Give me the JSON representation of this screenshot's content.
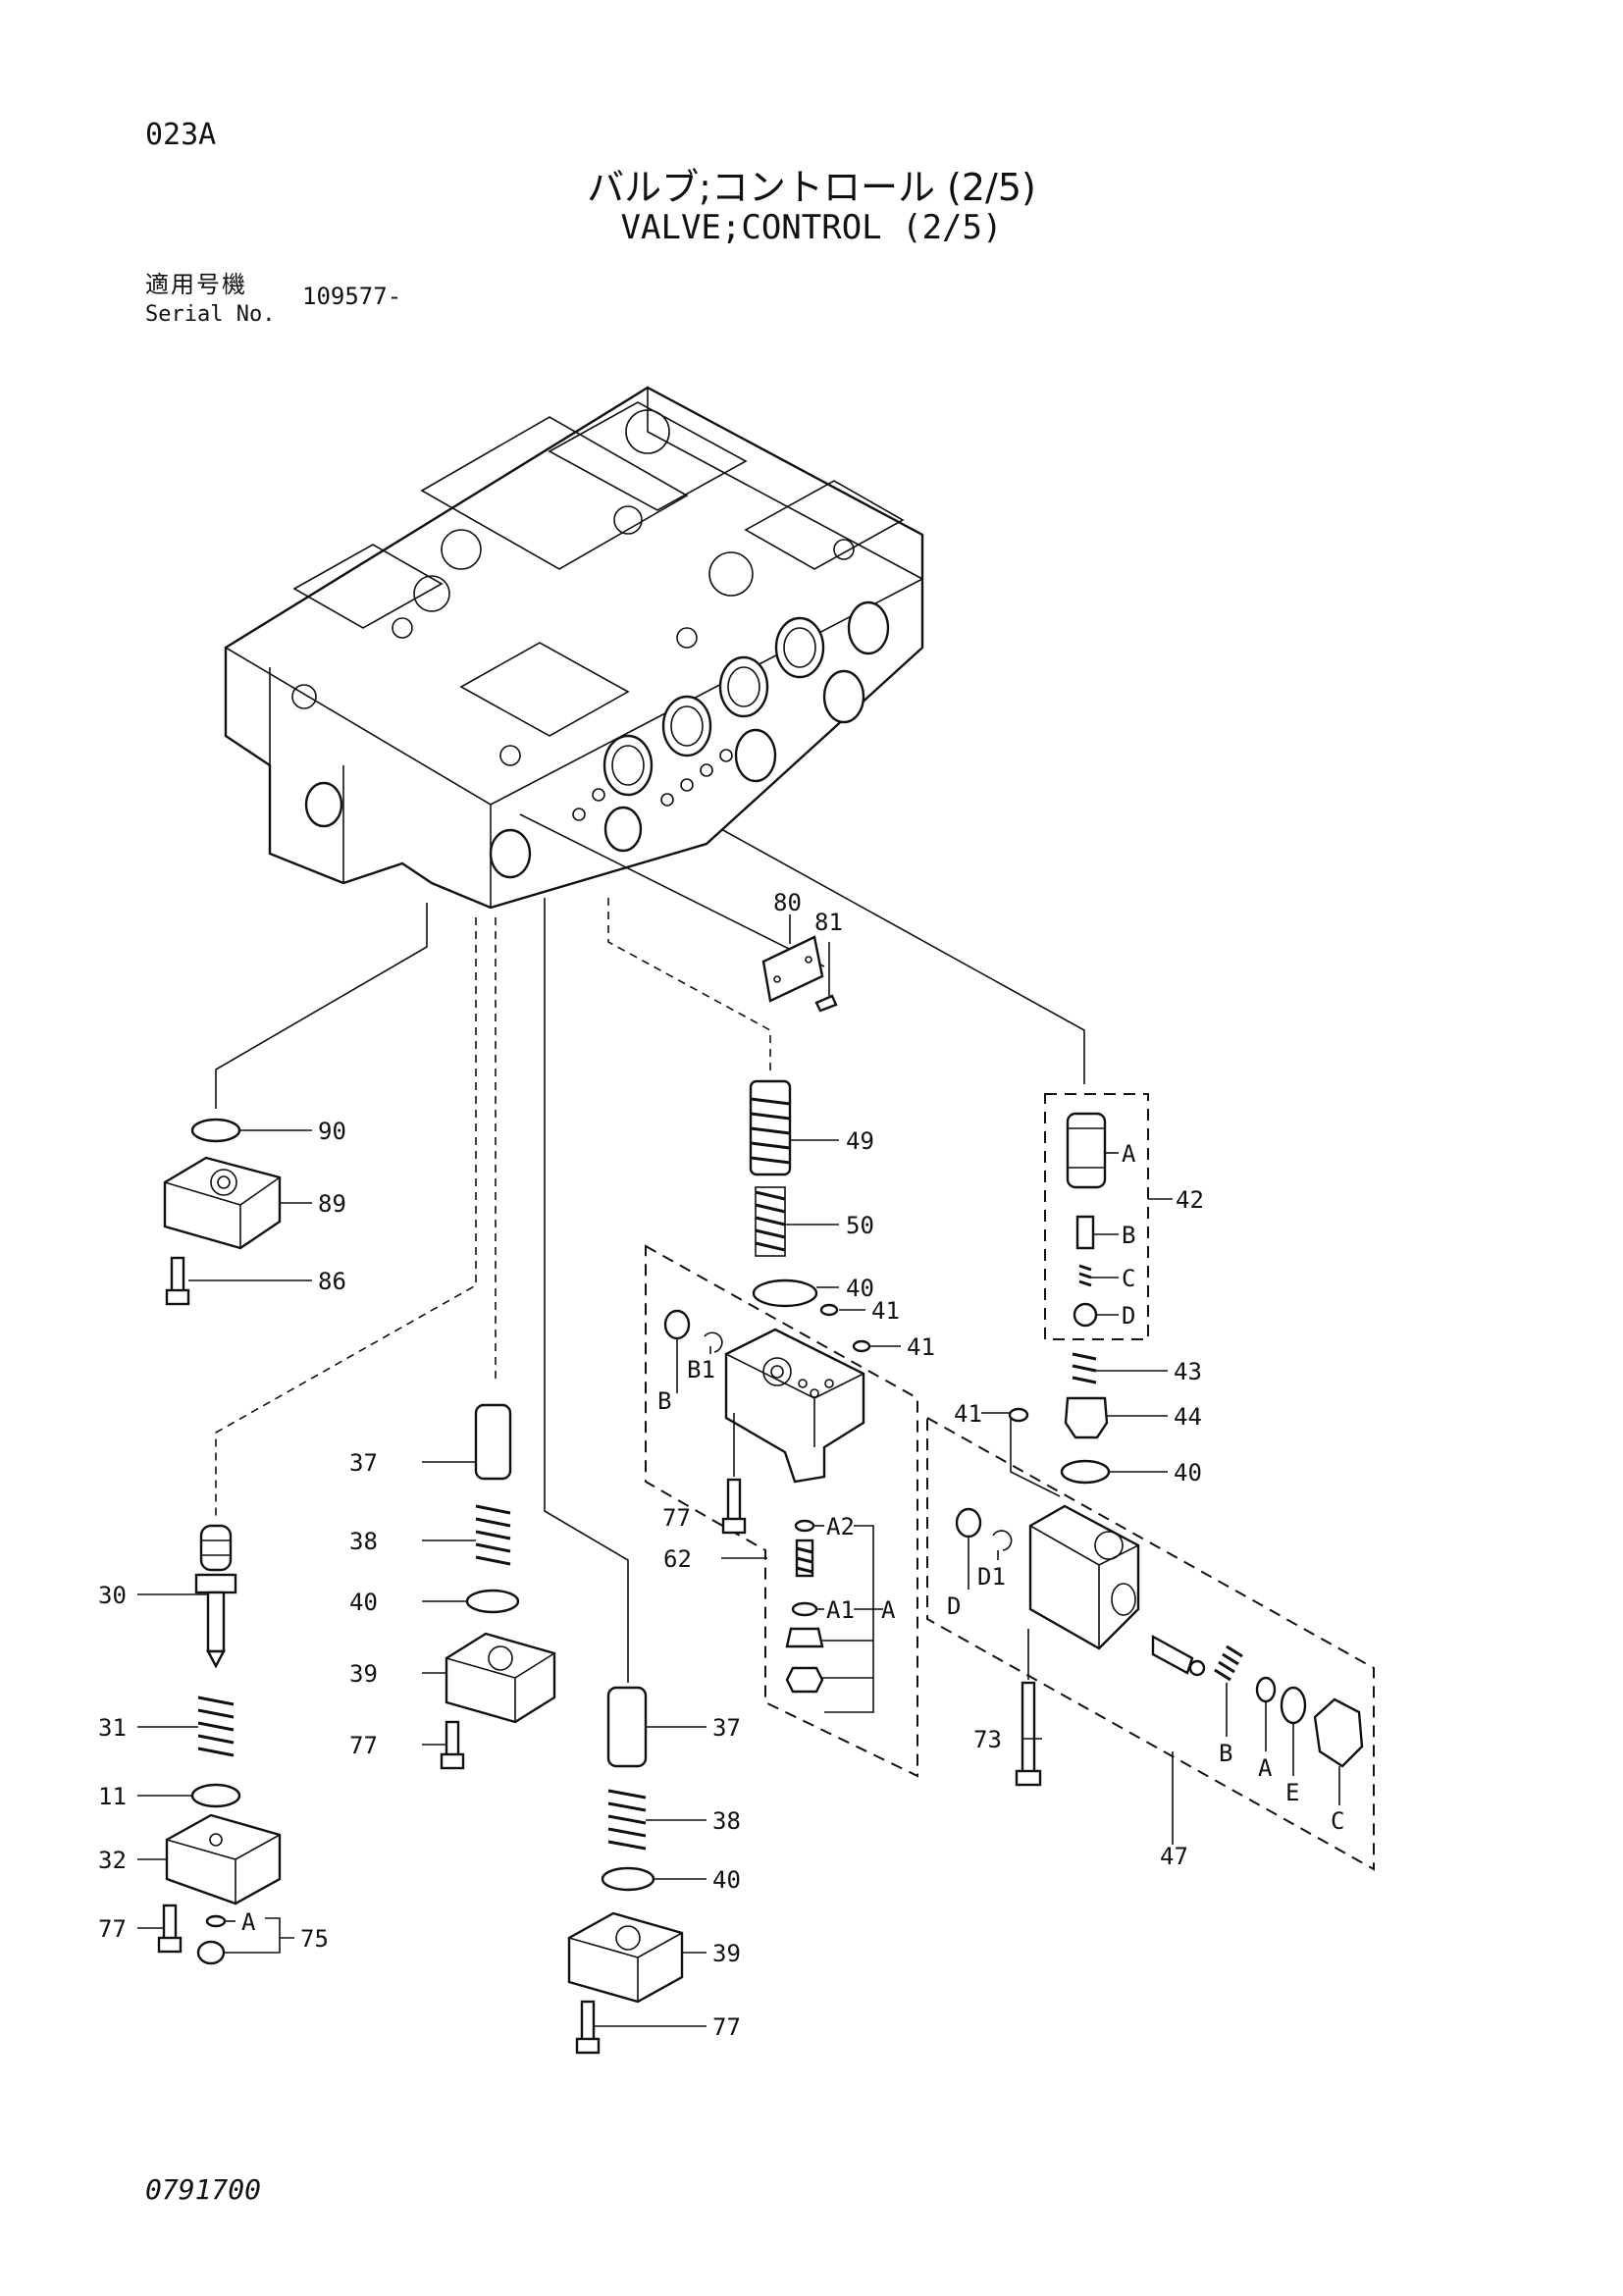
{
  "header": {
    "page_code": "023A",
    "title_jp": "バルブ;コントロール (2/5)",
    "title_en": "VALVE;CONTROL (2/5)",
    "serial_label_jp": "適用号機",
    "serial_label_en": "Serial No.",
    "serial_value": "109577-"
  },
  "footer": {
    "drawing_number": "0791700"
  },
  "callouts": {
    "p80": "80",
    "p81": "81",
    "p90": "90",
    "p89": "89",
    "p86": "86",
    "p49": "49",
    "p50": "50",
    "p40a": "40",
    "p41a": "41",
    "p41b": "41",
    "p42": "42",
    "p42A": "A",
    "p42B": "B",
    "p42C": "C",
    "p42D": "D",
    "p43": "43",
    "p44": "44",
    "p40b": "40",
    "p41c": "41",
    "p37a": "37",
    "p38a": "38",
    "p40c": "40",
    "p39a": "39",
    "p77a": "77",
    "p30": "30",
    "p31": "31",
    "p11": "11",
    "p32": "32",
    "p77b": "77",
    "p75": "75",
    "p75A": "A",
    "pB": "B",
    "pB1": "B1",
    "p77c": "77",
    "p62": "62",
    "pA2": "A2",
    "pA1": "A1",
    "pA": "A",
    "p37b": "37",
    "p38b": "38",
    "p40d": "40",
    "p39b": "39",
    "p77d": "77",
    "pD": "D",
    "pD1": "D1",
    "p73": "73",
    "p47": "47",
    "p47B": "B",
    "p47A": "A",
    "p47E": "E",
    "p47C": "C"
  }
}
